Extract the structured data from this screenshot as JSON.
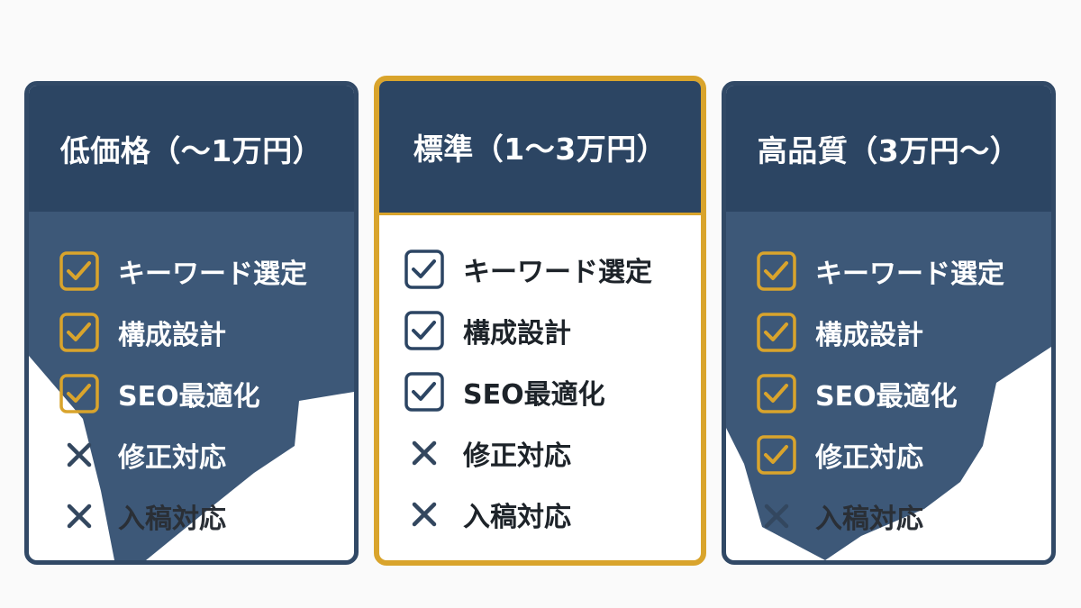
{
  "plans": [
    {
      "title": "低価格（〜1万円）",
      "highlighted": false,
      "features": [
        {
          "label": "キーワード選定",
          "included": true
        },
        {
          "label": "構成設計",
          "included": true
        },
        {
          "label": "SEO最適化",
          "included": true
        },
        {
          "label": "修正対応",
          "included": false
        },
        {
          "label": "入稿対応",
          "included": false
        }
      ]
    },
    {
      "title": "標準（1〜3万円）",
      "highlighted": true,
      "features": [
        {
          "label": "キーワード選定",
          "included": true
        },
        {
          "label": "構成設計",
          "included": true
        },
        {
          "label": "SEO最適化",
          "included": true
        },
        {
          "label": "修正対応",
          "included": false
        },
        {
          "label": "入稿対応",
          "included": false
        }
      ]
    },
    {
      "title": "高品質（3万円〜）",
      "highlighted": false,
      "features": [
        {
          "label": "キーワード選定",
          "included": true
        },
        {
          "label": "構成設計",
          "included": true
        },
        {
          "label": "SEO最適化",
          "included": true
        },
        {
          "label": "修正対応",
          "included": true
        },
        {
          "label": "入稿対応",
          "included": false
        }
      ]
    }
  ],
  "colors": {
    "navy": "#2c4563",
    "slate": "#3d5878",
    "gold": "#d9a42c",
    "x_mark": "#33475f"
  },
  "icons": {
    "included": "checkbox-checked-icon",
    "excluded": "x-mark-icon"
  }
}
